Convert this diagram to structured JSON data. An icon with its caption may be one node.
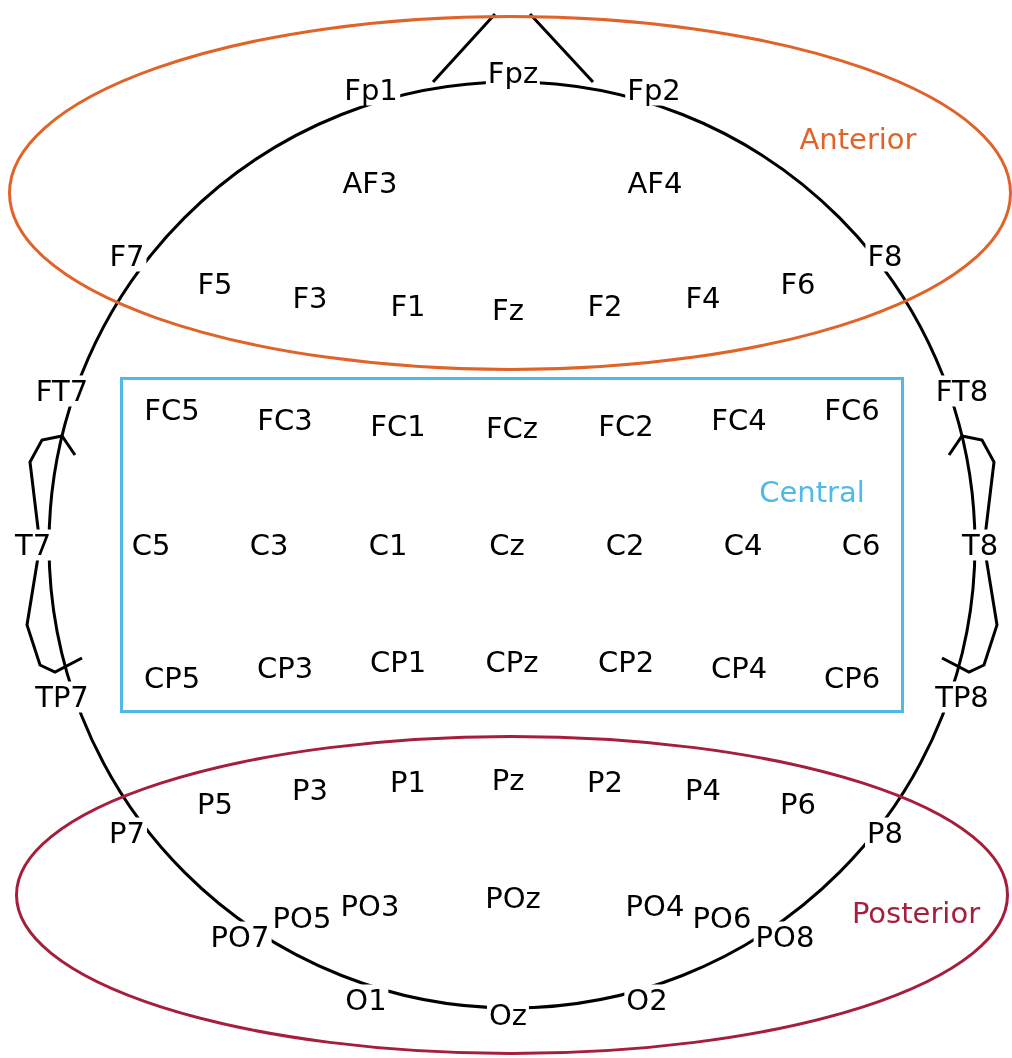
{
  "diagram": {
    "nodes": [
      {
        "text": [
          "Anterior"
        ]
      },
      {
        "text": [
          "Central"
        ]
      },
      {
        "text": [
          "Posterior"
        ]
      }
    ],
    "labels": [
      "Fp1",
      "Fpz",
      "Fp2",
      "AF3",
      "AF4",
      "F7",
      "F5",
      "F3",
      "F1",
      "Fz",
      "F2",
      "F4",
      "F6",
      "F8",
      "FT7",
      "FC5",
      "FC3",
      "FC1",
      "FCz",
      "FC2",
      "FC4",
      "FC6",
      "FT8",
      "T7",
      "C5",
      "C3",
      "C1",
      "Cz",
      "C2",
      "C4",
      "C6",
      "T8",
      "TP7",
      "CP5",
      "CP3",
      "CP1",
      "CPz",
      "CP2",
      "CP4",
      "CP6",
      "TP8",
      "P7",
      "P5",
      "P3",
      "P1",
      "Pz",
      "P2",
      "P4",
      "P6",
      "P8",
      "PO7",
      "PO5",
      "PO3",
      "POz",
      "PO4",
      "PO6",
      "PO8",
      "O1",
      "Oz",
      "O2"
    ]
  }
}
